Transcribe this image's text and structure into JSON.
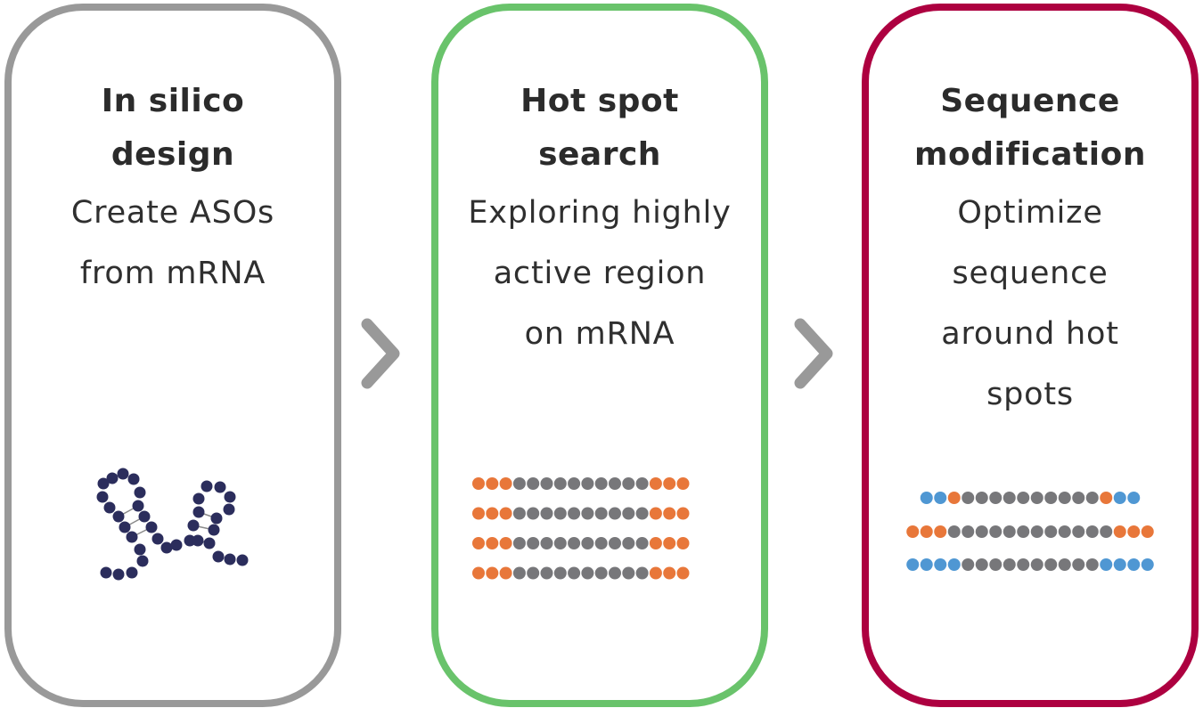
{
  "colors": {
    "step1_border": "#999999",
    "step2_border": "#69c36b",
    "step3_border": "#ad0040",
    "arrow": "#999999",
    "strand_navy": "#2b2d5c",
    "dot_orange": "#e8773a",
    "dot_gray": "#77777a",
    "dot_blue": "#4f97d3",
    "text": "#2b2b2b"
  },
  "steps": [
    {
      "title_lines": [
        "In silico",
        "design"
      ],
      "desc_lines": [
        "Create ASOs",
        "from mRNA"
      ],
      "icon": "rna-hairpin-icon"
    },
    {
      "title_lines": [
        "Hot spot",
        "search"
      ],
      "desc_lines": [
        "Exploring highly",
        "active region",
        "on mRNA"
      ],
      "icon": "aso-library-icon",
      "sequences": [
        [
          "O",
          "O",
          "O",
          "G",
          "G",
          "G",
          "G",
          "G",
          "G",
          "G",
          "G",
          "G",
          "G",
          "O",
          "O",
          "O"
        ],
        [
          "O",
          "O",
          "O",
          "G",
          "G",
          "G",
          "G",
          "G",
          "G",
          "G",
          "G",
          "G",
          "G",
          "O",
          "O",
          "O"
        ],
        [
          "O",
          "O",
          "O",
          "G",
          "G",
          "G",
          "G",
          "G",
          "G",
          "G",
          "G",
          "G",
          "G",
          "O",
          "O",
          "O"
        ],
        [
          "O",
          "O",
          "O",
          "G",
          "G",
          "G",
          "G",
          "G",
          "G",
          "G",
          "G",
          "G",
          "G",
          "O",
          "O",
          "O"
        ]
      ]
    },
    {
      "title_lines": [
        "Sequence",
        "modification"
      ],
      "desc_lines": [
        "Optimize",
        "sequence",
        "around hot",
        "spots"
      ],
      "icon": "modified-aso-icon",
      "sequences": [
        [
          "B",
          "B",
          "O",
          "G",
          "G",
          "G",
          "G",
          "G",
          "G",
          "G",
          "G",
          "G",
          "G",
          "O",
          "B",
          "B"
        ],
        [
          "O",
          "O",
          "O",
          "G",
          "G",
          "G",
          "G",
          "G",
          "G",
          "G",
          "G",
          "G",
          "G",
          "G",
          "G",
          "O",
          "O",
          "O"
        ],
        [
          "B",
          "B",
          "B",
          "B",
          "G",
          "G",
          "G",
          "G",
          "G",
          "G",
          "G",
          "G",
          "G",
          "G",
          "B",
          "B",
          "B",
          "B"
        ]
      ]
    }
  ],
  "arrows": [
    "chevron-right-icon",
    "chevron-right-icon"
  ]
}
